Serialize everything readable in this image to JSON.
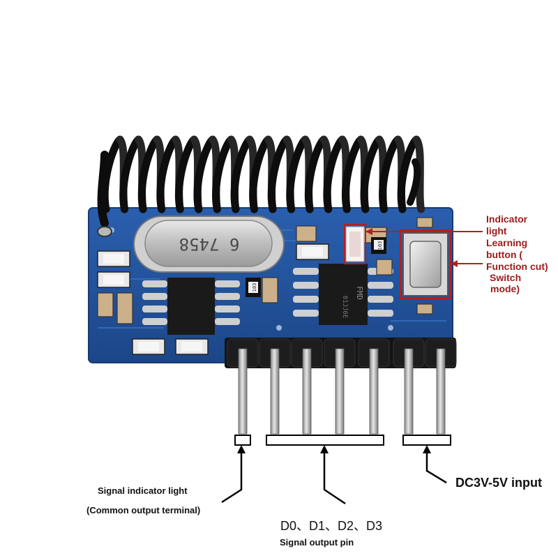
{
  "crystal_marking": "6 7458",
  "chip_marking": "FMD",
  "chip_marking_2": "81JJ6E",
  "resistor_marking_1": "103",
  "resistor_marking_2": "103",
  "callouts": {
    "indicator_line1": "Indicator",
    "indicator_line2": "light",
    "learning_line1": "Learning",
    "learning_line2": "button (",
    "learning_line3": "Function cut)",
    "learning_line4": "Switch",
    "learning_line5": "mode)",
    "signal_indicator": "Signal indicator light",
    "common_output": "(Common output terminal)",
    "data_pins": "D0、D1、D2、D3",
    "signal_output": "Signal output pin",
    "power_input": "DC3V-5V input"
  },
  "colors": {
    "pcb": "#1f4f99",
    "callout_red": "#9b1c1c",
    "antenna": "#0d0d0d",
    "pin_header": "#141414",
    "pin_metal": "#b8b8b8"
  }
}
